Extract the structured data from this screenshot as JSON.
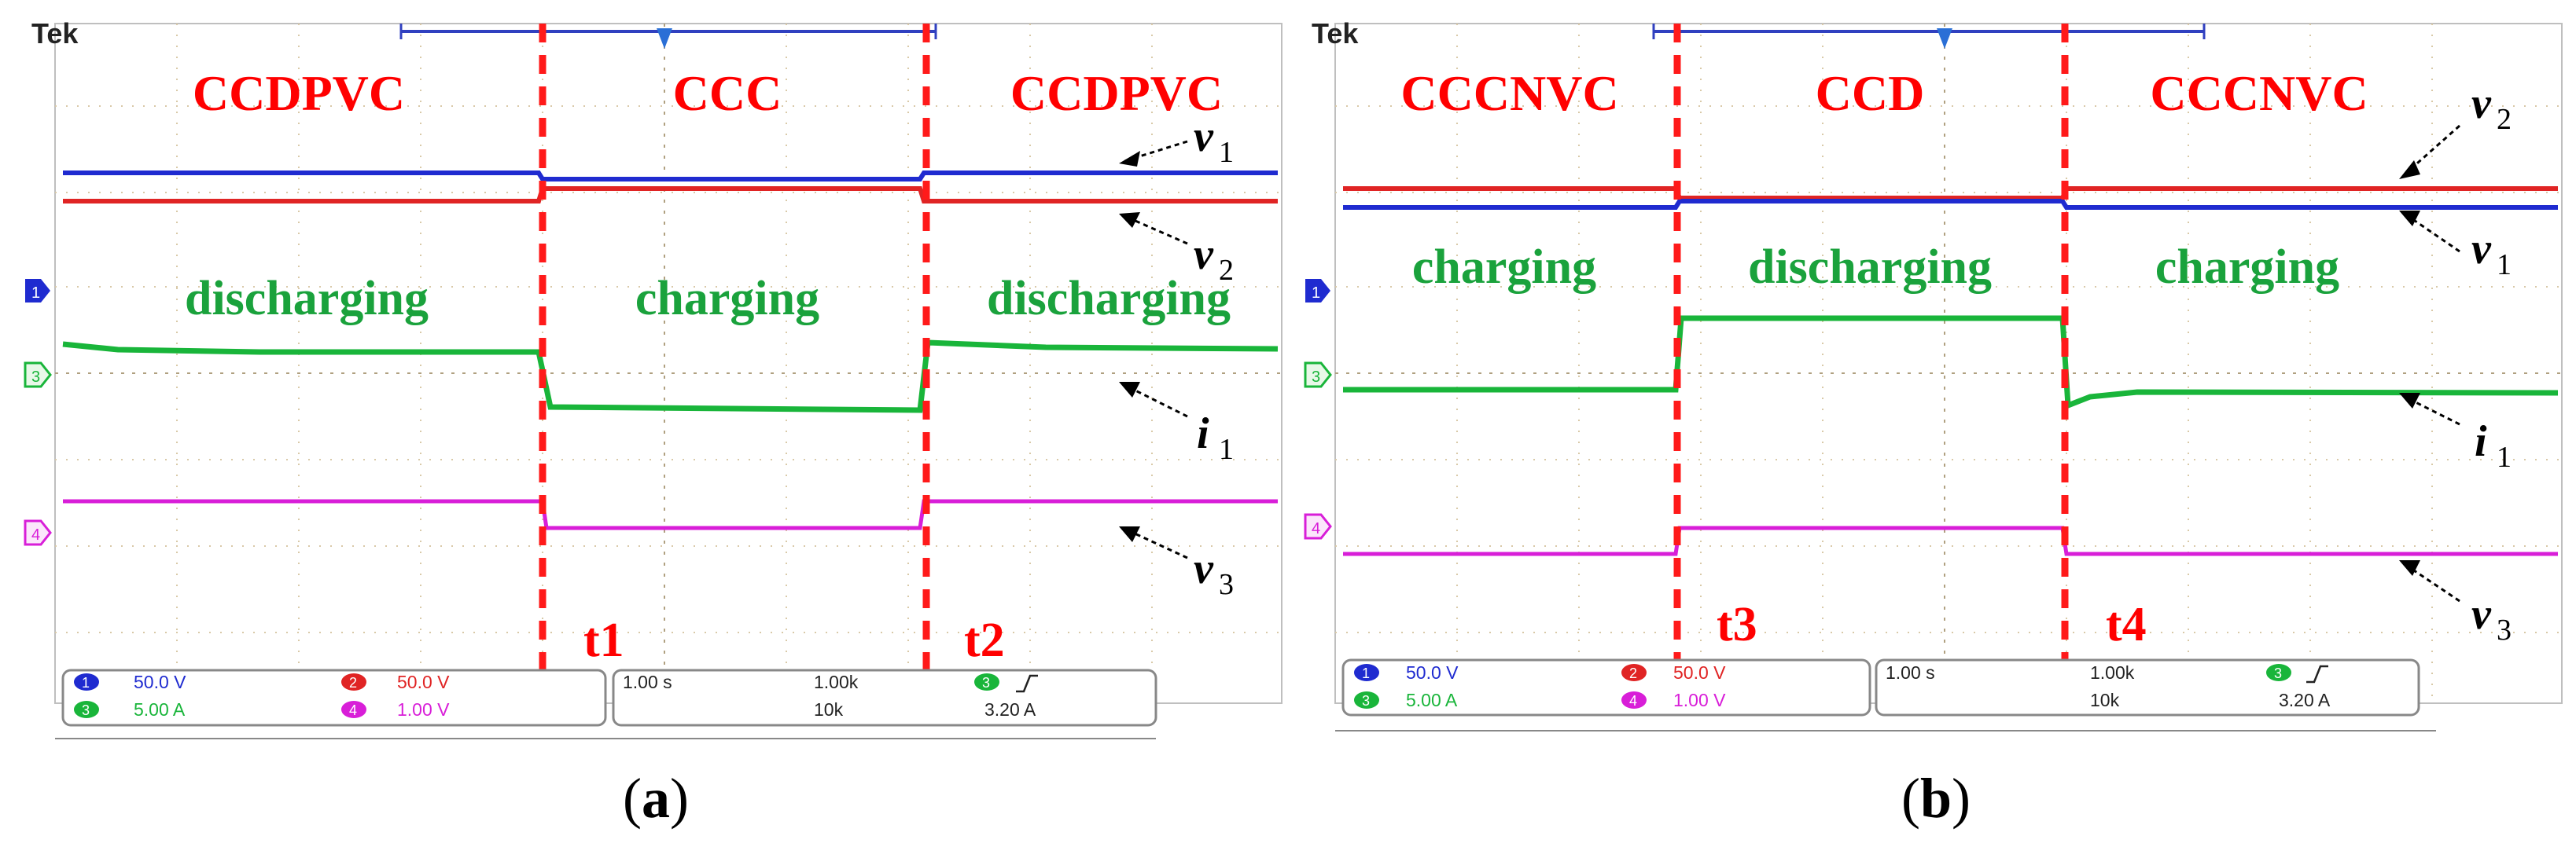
{
  "panels": [
    {
      "id": "a",
      "caption_letter": "a",
      "brand": "Tek",
      "modes": [
        "CCDPVC",
        "CCC",
        "CCDPVC"
      ],
      "states": [
        "discharging",
        "charging",
        "discharging"
      ],
      "time_labels": [
        "t1",
        "t2"
      ],
      "trace_labels": [
        {
          "sym": "v",
          "sub": "1"
        },
        {
          "sym": "v",
          "sub": "2"
        },
        {
          "sym": "i",
          "sub": "1"
        },
        {
          "sym": "v",
          "sub": "3"
        }
      ],
      "channel_markers": [
        "1",
        "3",
        "4"
      ],
      "readout": {
        "ch1_num": "1",
        "ch1_val": "50.0 V",
        "ch2_num": "2",
        "ch2_val": "50.0 V",
        "ch3_num": "3",
        "ch3_val": "5.00 A",
        "ch4_num": "4",
        "ch4_val": "1.00 V",
        "timebase": "1.00 s",
        "sample_rate": "1.00k",
        "record_length": "10k",
        "trig_num": "3",
        "trig_level": "3.20 A"
      }
    },
    {
      "id": "b",
      "caption_letter": "b",
      "brand": "Tek",
      "modes": [
        "CCCNVC",
        "CCD",
        "CCCNVC"
      ],
      "states": [
        "charging",
        "discharging",
        "charging"
      ],
      "time_labels": [
        "t3",
        "t4"
      ],
      "trace_labels": [
        {
          "sym": "v",
          "sub": "2"
        },
        {
          "sym": "v",
          "sub": "1"
        },
        {
          "sym": "i",
          "sub": "1"
        },
        {
          "sym": "v",
          "sub": "3"
        }
      ],
      "channel_markers": [
        "1",
        "3",
        "4"
      ],
      "readout": {
        "ch1_num": "1",
        "ch1_val": "50.0 V",
        "ch2_num": "2",
        "ch2_val": "50.0 V",
        "ch3_num": "3",
        "ch3_val": "5.00 A",
        "ch4_num": "4",
        "ch4_val": "1.00 V",
        "timebase": "1.00 s",
        "sample_rate": "1.00k",
        "record_length": "10k",
        "trig_num": "3",
        "trig_level": "3.20 A"
      }
    }
  ],
  "colors": {
    "ch1": "#1f2bd0",
    "ch2": "#e02424",
    "ch3": "#19b53a",
    "ch4": "#d81ed8",
    "annotation": "#ff0000",
    "state_text": "#1aa23c",
    "grid": "#c8b89a",
    "divider": "#ff1a1a"
  }
}
